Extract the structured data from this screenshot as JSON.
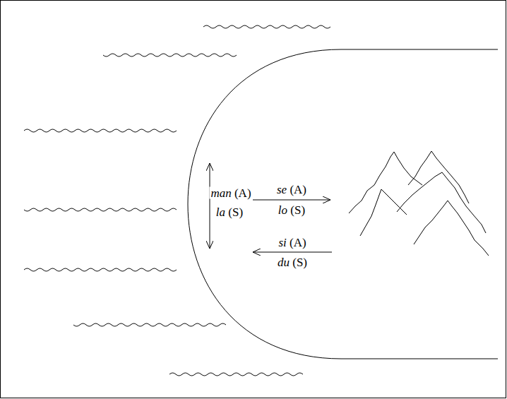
{
  "diagram": {
    "labels": [
      "man (A)",
      "la (S)",
      "se (A)",
      "lo (S)",
      "si (A)",
      "du (S)"
    ]
  }
}
